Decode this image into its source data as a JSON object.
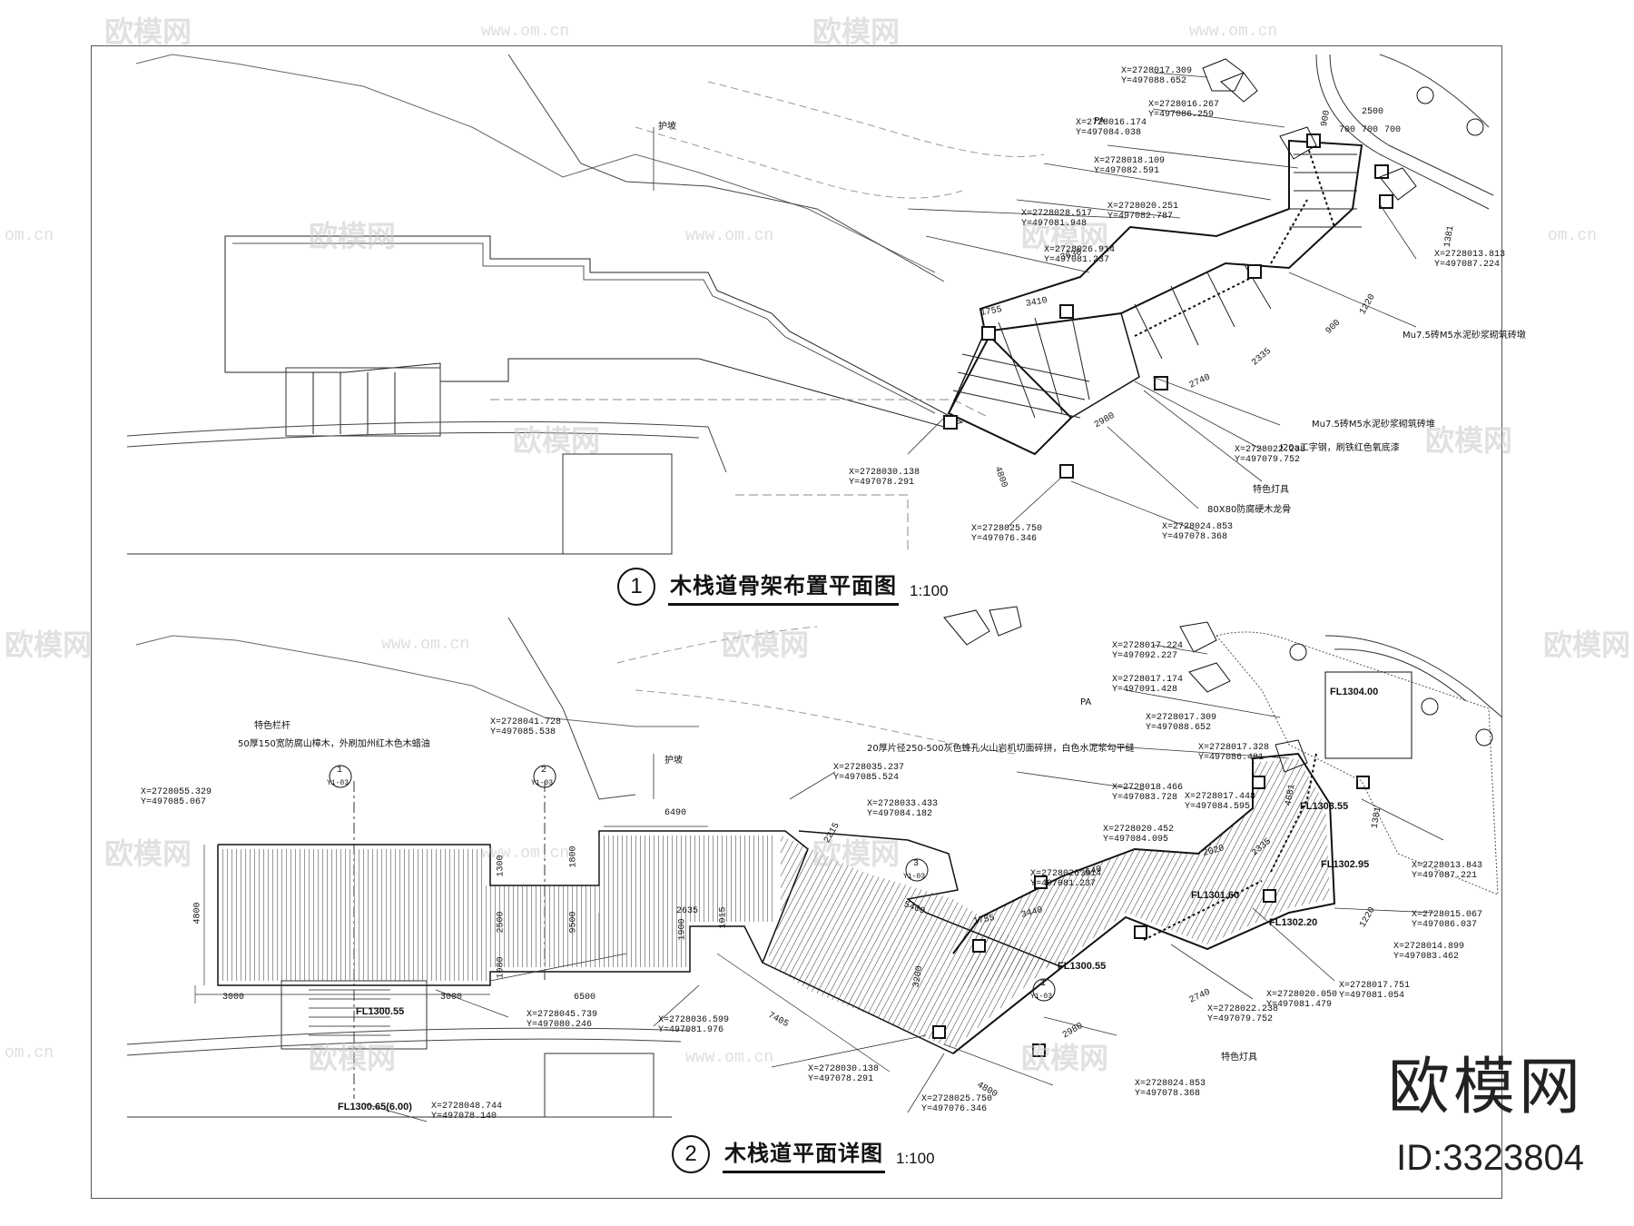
{
  "drawing1": {
    "number": "1",
    "title": "木栈道骨架布置平面图",
    "scale": "1:100"
  },
  "drawing2": {
    "number": "2",
    "title": "木栈道平面详图",
    "scale": "1:100"
  },
  "watermark": {
    "text": "欧模网",
    "url": "www.om.cn",
    "url_short": "om.cn"
  },
  "brand": {
    "name": "欧模网",
    "id": "ID:3323804"
  },
  "notes1": {
    "slope": "护坡",
    "pa": "PA",
    "mu75_a": "Mu7.5砖M5水泥砂浆砌筑砖墩",
    "mu75_b": "Mu7.5砖M5水泥砂浆砌筑砖堆",
    "i20a": "I20a工字钢，刷铁红色氧底漆",
    "lamp": "特色灯具",
    "keel": "80X80防腐硬木龙骨"
  },
  "notes2": {
    "railing": "特色栏杆",
    "timber": "50厚150宽防腐山樟木，外刷加州红木色木蜡油",
    "slope": "护坡",
    "stone": "20厚片径250-500灰色蜂孔火山岩机切面碎拼，白色水泥浆勾平缝",
    "pa": "PA",
    "lamp": "特色灯具"
  },
  "coords1": [
    "X=2728017.309\nY=497088.652",
    "X=2728016.267\nY=497086.259",
    "X=2728016.174\nY=497084.038",
    "X=2728018.109\nY=497082.591",
    "X=2728020.251\nY=497082.787",
    "X=2728028.517\nY=497081.948",
    "X=2728026.914\nY=497081.237",
    "X=2728013.813\nY=497087.224",
    "X=2728022.238\nY=497079.752",
    "X=2728030.138\nY=497078.291",
    "X=2728024.853\nY=497078.368",
    "X=2728025.750\nY=497076.346"
  ],
  "coords2": [
    "X=2728017.224\nY=497092.227",
    "X=2728017.174\nY=497091.428",
    "X=2728017.309\nY=497088.652",
    "X=2728017.328\nY=497086.481",
    "X=2728041.728\nY=497085.538",
    "X=2728055.329\nY=497085.067",
    "X=2728035.237\nY=497085.524",
    "X=2728033.433\nY=497084.182",
    "X=2728018.466\nY=497083.728",
    "X=2728017.448\nY=497084.595",
    "X=2728020.452\nY=497084.095",
    "X=2728026.914\nY=497081.237",
    "X=2728013.843\nY=497087.221",
    "X=2728015.067\nY=497086.037",
    "X=2728014.899\nY=497083.462",
    "X=2728017.751\nY=497081.054",
    "X=2728020.050\nY=497081.479",
    "X=2728022.238\nY=497079.752",
    "X=2728045.739\nY=497080.246",
    "X=2728036.599\nY=497081.976",
    "X=2728030.138\nY=497078.291",
    "X=2728024.853\nY=497078.368",
    "X=2728025.750\nY=497076.346",
    "X=2728048.744\nY=497078.140"
  ],
  "dims1": [
    "2500",
    "900",
    "700",
    "700",
    "700",
    "1755",
    "3410",
    "3630",
    "2740",
    "2335",
    "2980",
    "4800",
    "1220",
    "900",
    "1381"
  ],
  "dims2": [
    "6490",
    "1300",
    "1800",
    "4800",
    "2500",
    "9500",
    "1080",
    "1900",
    "2635",
    "1015",
    "3000",
    "3000",
    "6500",
    "2215",
    "5400",
    "1755",
    "3440",
    "3640",
    "2020",
    "2335",
    "7405",
    "3200",
    "4800",
    "2740",
    "2980",
    "1220",
    "4681",
    "1381"
  ],
  "levels2": [
    "FL1304.00",
    "FL1303.55",
    "FL1302.95",
    "FL1301.60",
    "FL1302.20",
    "FL1300.55",
    "FL1300.55",
    "FL1300.65(6.00)"
  ],
  "sections2": [
    {
      "num": "1",
      "ref": "Y1-03"
    },
    {
      "num": "2",
      "ref": "Y1-03"
    },
    {
      "num": "3",
      "ref": "Y1-03"
    },
    {
      "num": "1",
      "ref": "Y1-03"
    }
  ]
}
